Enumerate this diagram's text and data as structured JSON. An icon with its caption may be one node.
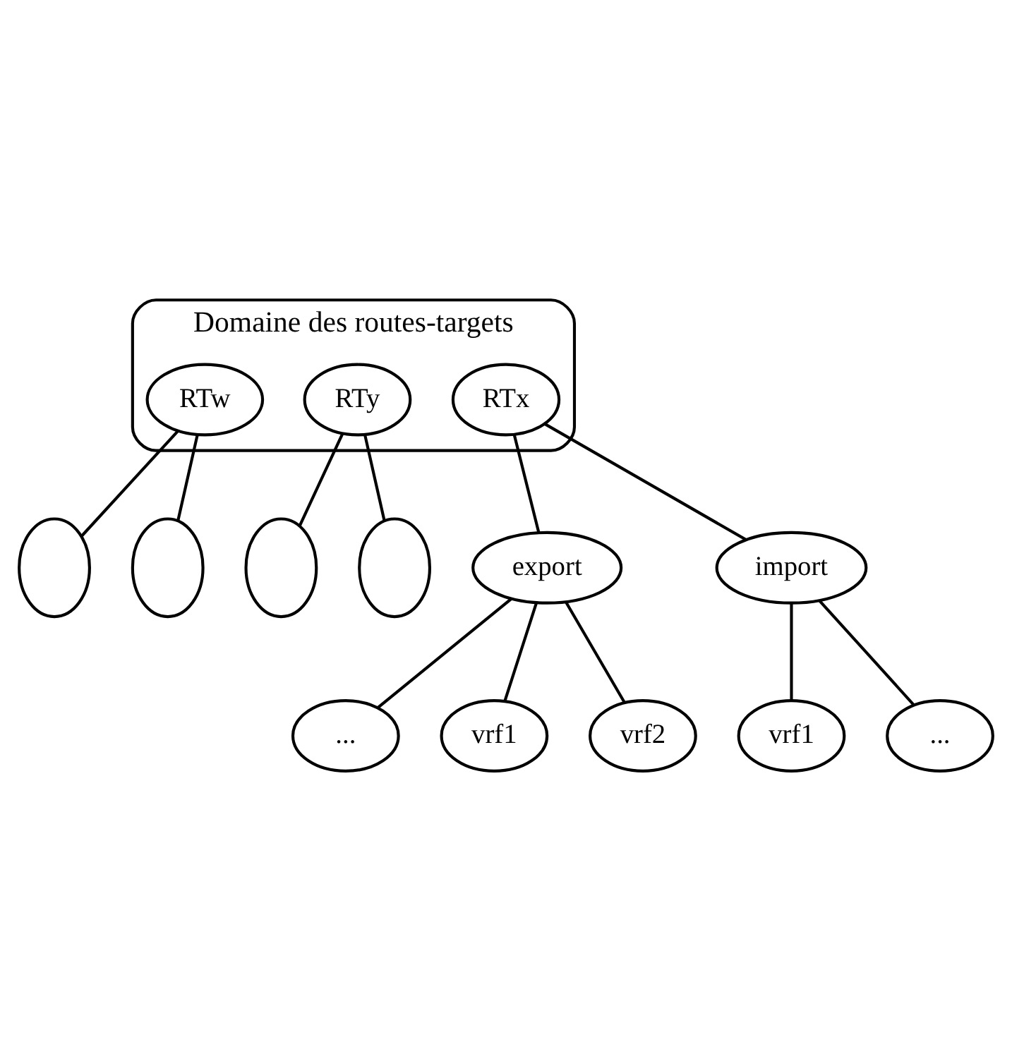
{
  "diagram": {
    "nodes": [
      {
        "text": [
          "Domaine des routes-targets"
        ]
      },
      {
        "text": [
          "RTw"
        ],
        "in": 0
      },
      {
        "text": [
          "RTy"
        ],
        "in": 0
      },
      {
        "text": [
          "RTx"
        ],
        "in": 0
      },
      {
        "text": [],
        "shape": "cloud"
      },
      {
        "text": [],
        "shape": "cloud"
      },
      {
        "text": [],
        "shape": "cloud"
      },
      {
        "text": [],
        "shape": "cloud"
      },
      {
        "text": [
          "export"
        ]
      },
      {
        "text": [
          "import"
        ]
      },
      {
        "text": [
          "..."
        ]
      },
      {
        "text": [
          "vrf1"
        ]
      },
      {
        "text": [
          "vrf2"
        ]
      },
      {
        "text": [
          "vrf1"
        ]
      },
      {
        "text": [
          "..."
        ]
      }
    ],
    "edges": [
      {
        "from": 1,
        "to": 4,
        "arrow": "none"
      },
      {
        "from": 1,
        "to": 5,
        "arrow": "none"
      },
      {
        "from": 2,
        "to": 6,
        "arrow": "none"
      },
      {
        "from": 2,
        "to": 7,
        "arrow": "none"
      },
      {
        "from": 3,
        "to": 8,
        "arrow": "none"
      },
      {
        "from": 3,
        "to": 9,
        "arrow": "none"
      },
      {
        "from": 8,
        "to": 10,
        "arrow": "none"
      },
      {
        "from": 8,
        "to": 11,
        "arrow": "none"
      },
      {
        "from": 8,
        "to": 12,
        "arrow": "none"
      },
      {
        "from": 9,
        "to": 13,
        "arrow": "none"
      },
      {
        "from": 9,
        "to": 14,
        "arrow": "none"
      }
    ]
  }
}
